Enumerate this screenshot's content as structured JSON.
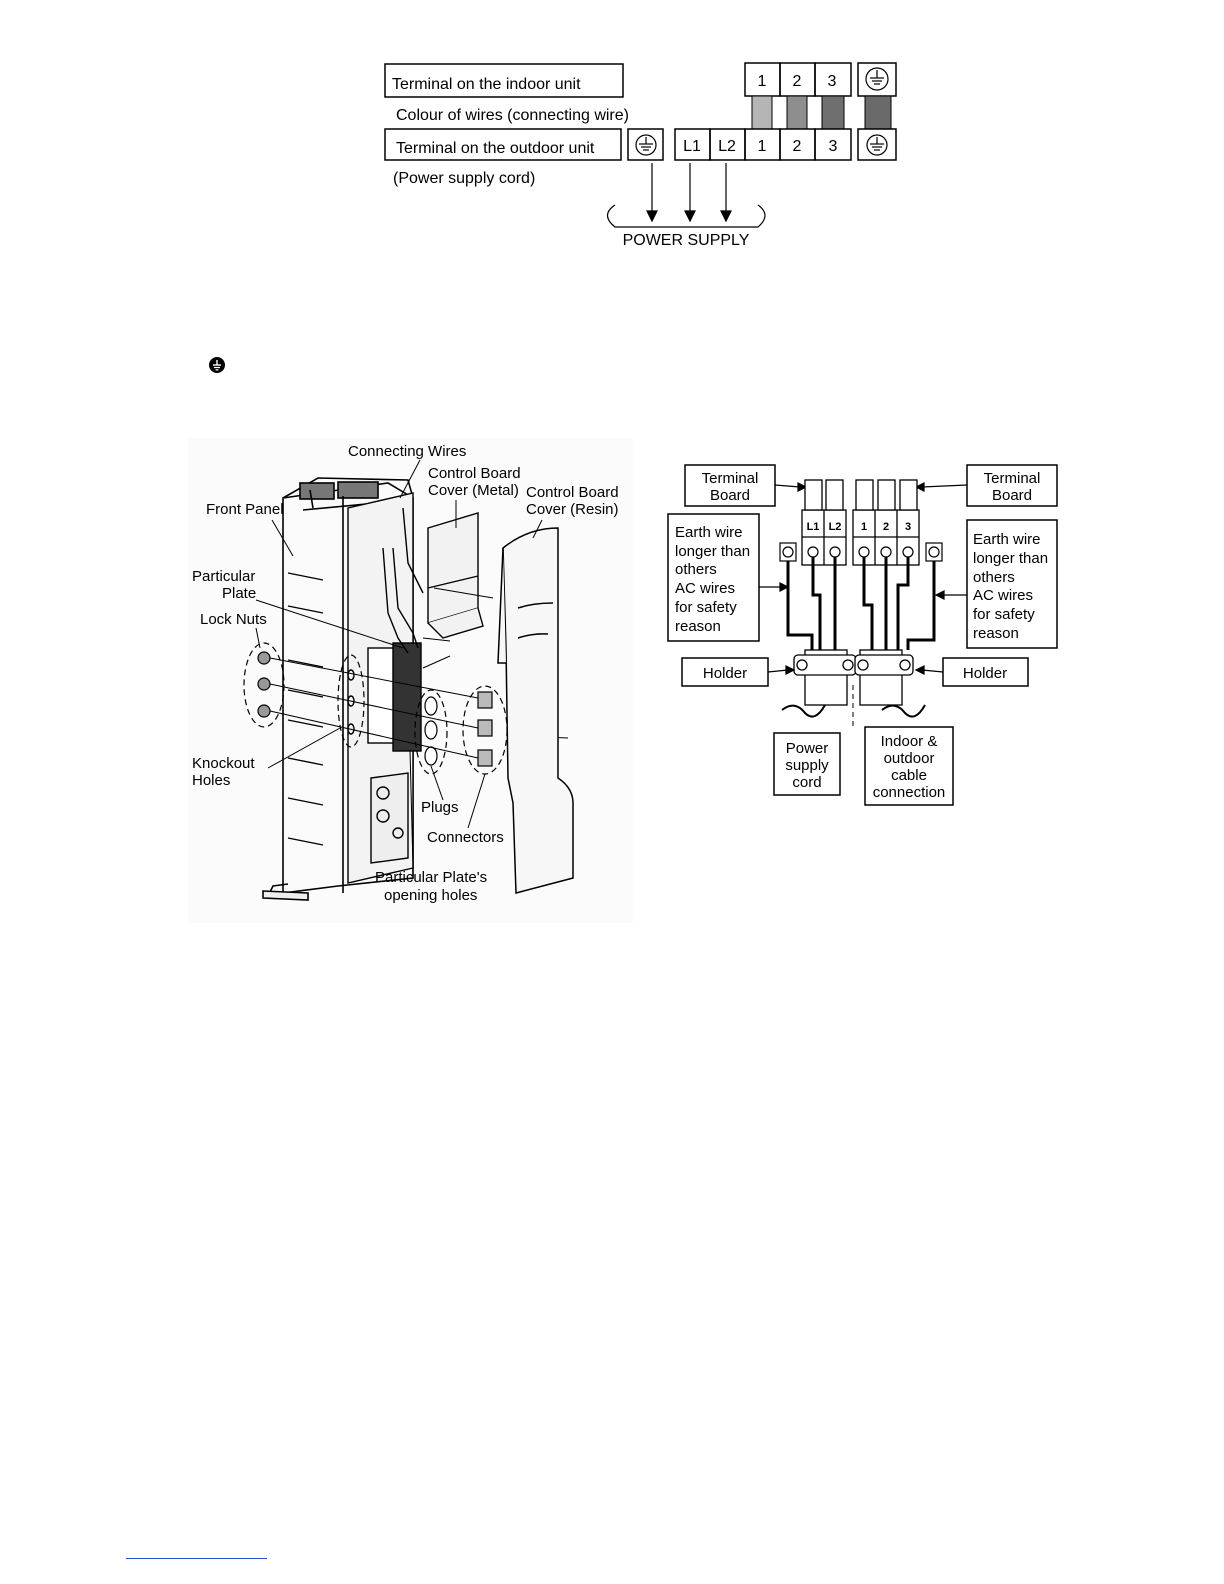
{
  "wiring_table": {
    "indoor_label": "Terminal on the indoor unit",
    "colour_label": "Colour of wires (connecting wire)",
    "outdoor_label": "Terminal on the outdoor unit",
    "cord_label": "(Power supply cord)",
    "power_supply": "POWER SUPPLY",
    "indoor_terminals": [
      "1",
      "2",
      "3"
    ],
    "outdoor_terminals": [
      "L1",
      "L2",
      "1",
      "2",
      "3"
    ],
    "wire_colors": [
      "#b5b5b5",
      "#8e8e8e",
      "#6f6f6f",
      "#6a6a6a"
    ]
  },
  "unit_diagram": {
    "labels": {
      "connecting_wires": "Connecting Wires",
      "cb_metal_1": "Control Board",
      "cb_metal_2": "Cover (Metal)",
      "cb_resin_1": "Control Board",
      "cb_resin_2": "Cover (Resin)",
      "front_panel": "Front Panel",
      "particular_1": "Particular",
      "particular_2": "Plate",
      "lock_nuts": "Lock Nuts",
      "knockout_1": "Knockout",
      "knockout_2": "Holes",
      "plugs": "Plugs",
      "connectors": "Connectors",
      "opening_1": "Particular Plate's",
      "opening_2": "opening holes"
    }
  },
  "terminal_diagram": {
    "terminal_board": [
      "Terminal",
      "Board"
    ],
    "earth_note": [
      "Earth wire",
      "longer than",
      "others",
      "AC wires",
      "for safety",
      "reason"
    ],
    "holder": "Holder",
    "power_cord": [
      "Power",
      "supply",
      "cord"
    ],
    "indoor_outdoor": [
      "Indoor &",
      "outdoor",
      "cable",
      "connection"
    ],
    "board_left": [
      "L1",
      "L2"
    ],
    "board_right": [
      "1",
      "2",
      "3"
    ]
  }
}
